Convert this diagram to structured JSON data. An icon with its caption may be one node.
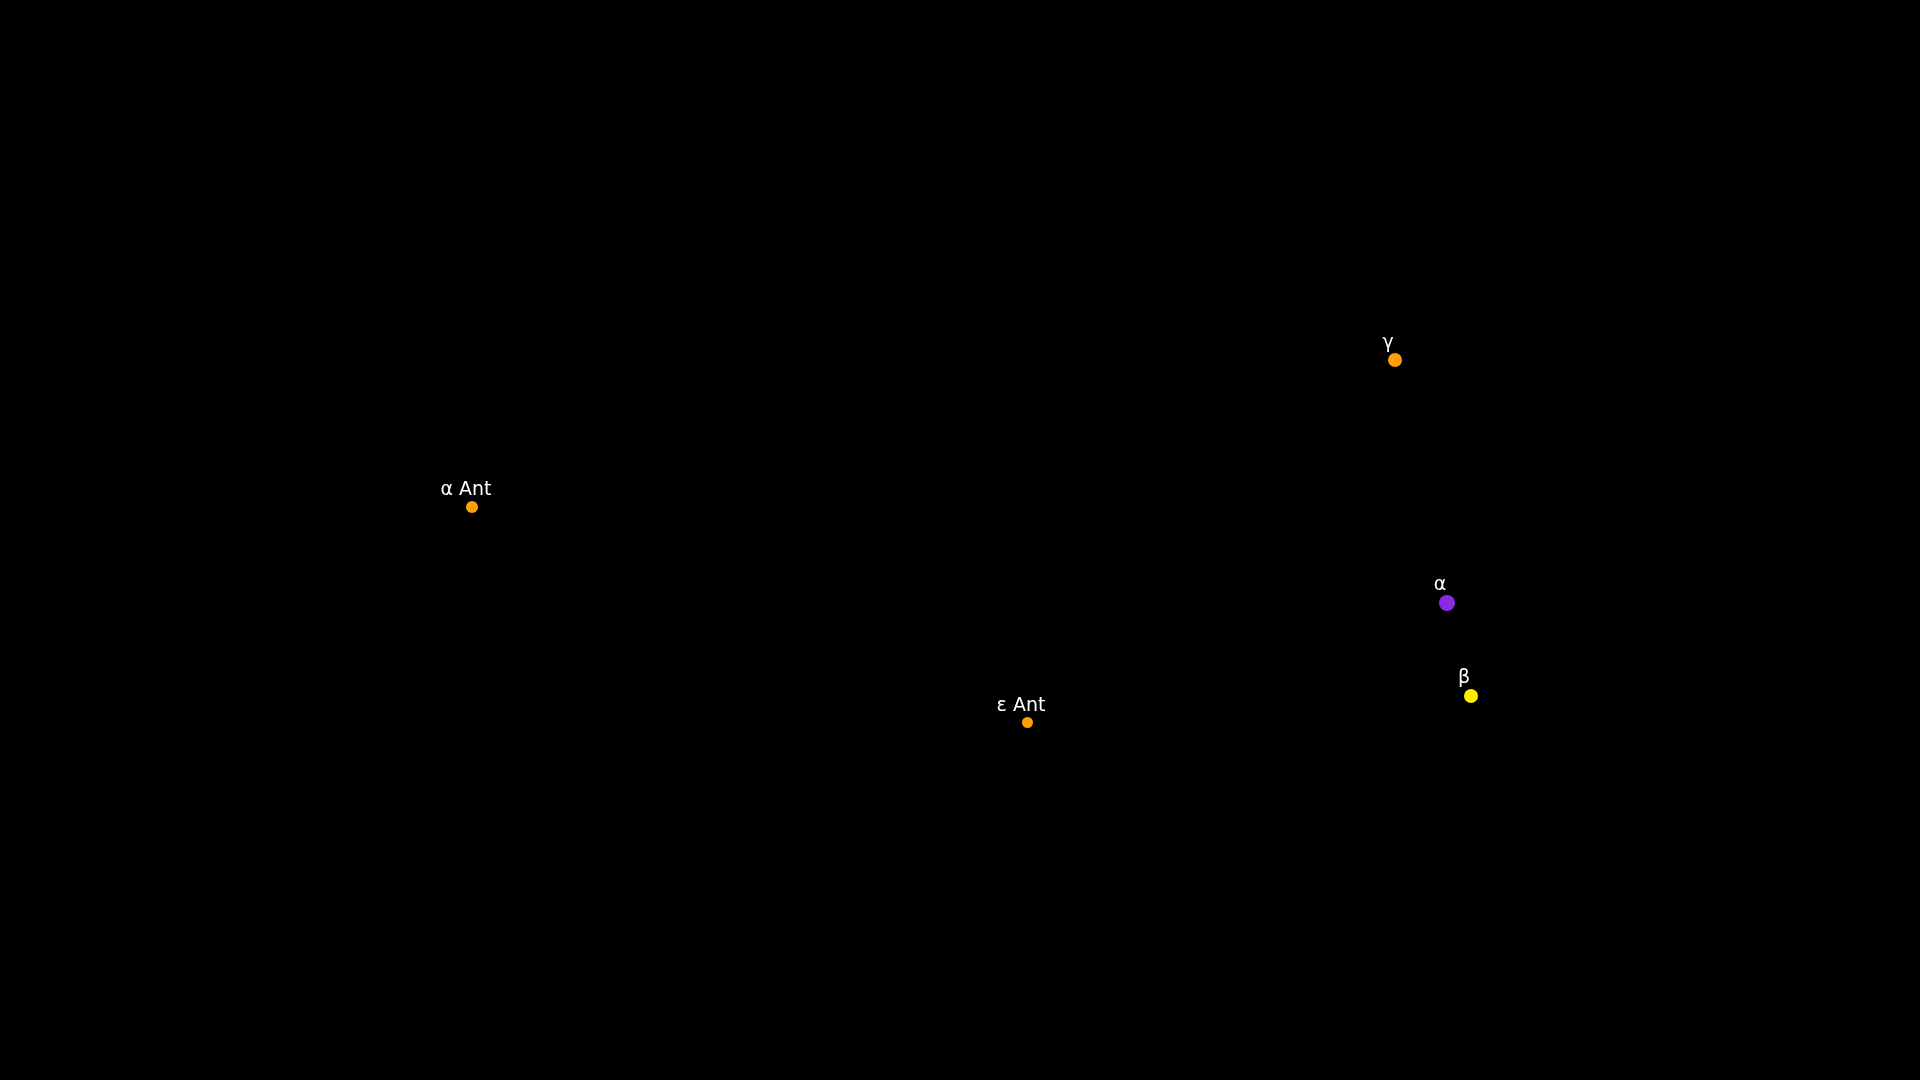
{
  "diagram": {
    "labels": [
      "γ",
      "α Ant",
      "α",
      "β",
      "ε Ant"
    ]
  }
}
